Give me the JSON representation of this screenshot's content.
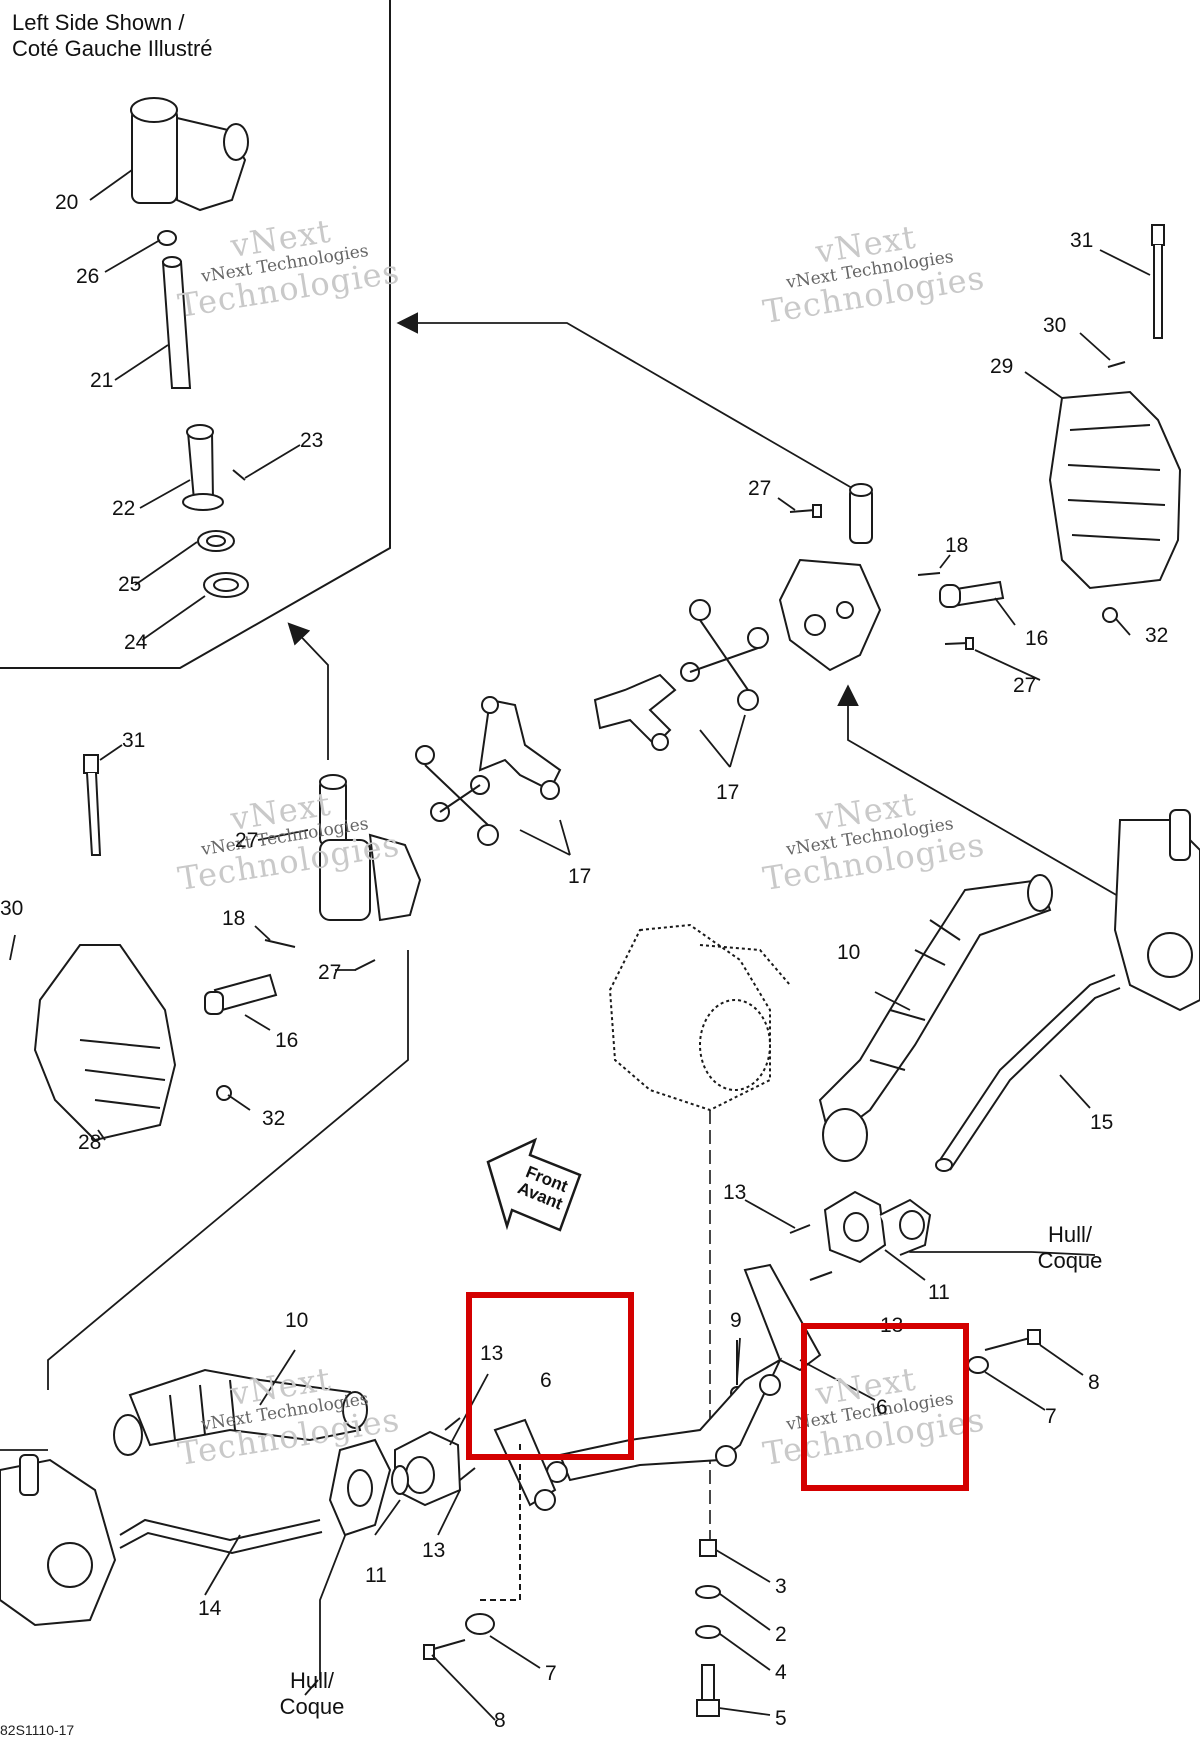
{
  "header": {
    "title_line1": "Left Side Shown /",
    "title_line2": "Coté Gauche Illustré"
  },
  "watermark": {
    "line1": "vNext",
    "line2": "vNext Technologies",
    "line3": "Technologies"
  },
  "direction_arrow": {
    "line1": "Front",
    "line2": "Avant"
  },
  "hull_labels": {
    "right_line1": "Hull/",
    "right_line2": "Coque",
    "bottom_line1": "Hull/",
    "bottom_line2": "Coque"
  },
  "callouts": {
    "n20": "20",
    "n26": "26",
    "n21": "21",
    "n23": "23",
    "n22": "22",
    "n25": "25",
    "n24": "24",
    "n31_top": "31",
    "n30_top": "30",
    "n29": "29",
    "n27_top": "27",
    "n18_top": "18",
    "n16_top": "16",
    "n32_top": "32",
    "n27_right": "27",
    "n17_top": "17",
    "n31_left": "31",
    "n27_left": "27",
    "n30_left": "30",
    "n18_left": "18",
    "n27_left2": "27",
    "n16_left": "16",
    "n17_left": "17",
    "n32_left": "32",
    "n28": "28",
    "n10_right": "10",
    "n15": "15",
    "n13_right": "13",
    "n11_right": "11",
    "n13_right2": "13",
    "n9": "9",
    "n8_right": "8",
    "n7_right": "7",
    "n6_right": "6",
    "n10_left": "10",
    "n13_left": "13",
    "n6_left": "6",
    "n11_left": "11",
    "n13_left2": "13",
    "n14": "14",
    "n7_left": "7",
    "n8_left": "8",
    "n3": "3",
    "n2": "2",
    "n4": "4",
    "n5": "5"
  },
  "footer": {
    "code": "82S1110-17"
  },
  "colors": {
    "line": "#1a1a1a",
    "highlight": "#d40000",
    "watermark": "#c9c9c9"
  }
}
